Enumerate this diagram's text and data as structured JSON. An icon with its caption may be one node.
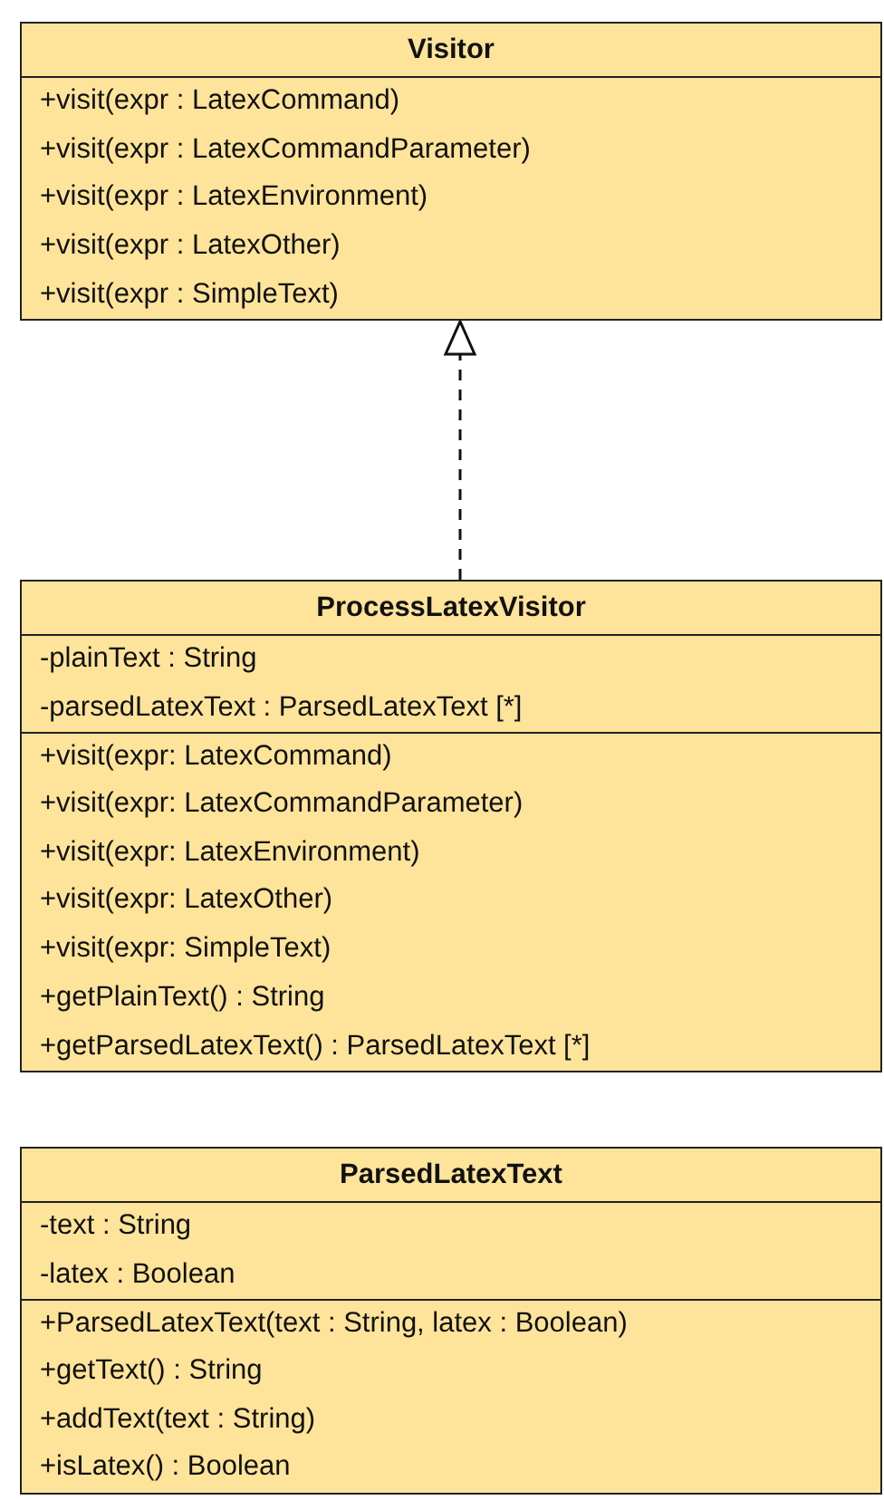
{
  "diagram": {
    "nodes": [
      {
        "text": [
          "Visitor",
          "+visit(expr : LatexCommand)",
          "+visit(expr : LatexCommandParameter)",
          "+visit(expr : LatexEnvironment)",
          "+visit(expr : LatexOther)",
          "+visit(expr : SimpleText)"
        ]
      },
      {
        "text": [
          "ProcessLatexVisitor",
          "-plainText : String",
          "-parsedLatexText : ParsedLatexText [*]",
          "+visit(expr: LatexCommand)",
          "+visit(expr: LatexCommandParameter)",
          "+visit(expr: LatexEnvironment)",
          "+visit(expr: LatexOther)",
          "+visit(expr: SimpleText)",
          "+getPlainText() : String",
          "+getParsedLatexText() : ParsedLatexText [*]"
        ]
      },
      {
        "text": [
          "ParsedLatexText",
          "-text : String",
          "-latex : Boolean",
          "+ParsedLatexText(text : String, latex : Boolean)",
          "+getText() : String",
          "+addText(text : String)",
          "+isLatex() : Boolean"
        ]
      }
    ],
    "edges": [
      {
        "from": 1,
        "to": 0,
        "arrow": "to",
        "style": "dashed"
      }
    ]
  }
}
